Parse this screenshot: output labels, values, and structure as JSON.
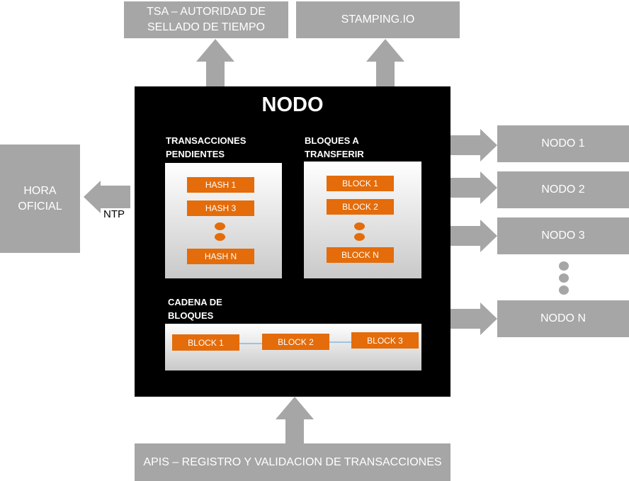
{
  "top_boxes": {
    "tsa_line1": "TSA – AUTORIDAD DE",
    "tsa_line2": "SELLADO DE TIEMPO",
    "stamping": "STAMPING.IO"
  },
  "hora": {
    "line1": "HORA",
    "line2": "OFICIAL",
    "protocol": "NTP"
  },
  "nodo": {
    "title": "NODO",
    "pending": {
      "label_line1": "TRANSACCIONES",
      "label_line2": "PENDIENTES",
      "items": [
        "HASH 1",
        "HASH 3",
        "HASH N"
      ]
    },
    "transfer": {
      "label_line1": "BLOQUES A",
      "label_line2": "TRANSFERIR",
      "items": [
        "BLOCK 1",
        "BLOCK 2",
        "BLOCK N"
      ]
    },
    "chain": {
      "label_line1": "CADENA DE",
      "label_line2": "BLOQUES",
      "items": [
        "BLOCK 1",
        "BLOCK 2",
        "BLOCK 3"
      ]
    }
  },
  "peers": [
    "NODO 1",
    "NODO 2",
    "NODO 3",
    "NODO N"
  ],
  "apis": "APIS – REGISTRO Y VALIDACION DE TRANSACCIONES",
  "colors": {
    "box_gray": "#a6a6a6",
    "node_black": "#000000",
    "chip_orange": "#e46c0a"
  }
}
